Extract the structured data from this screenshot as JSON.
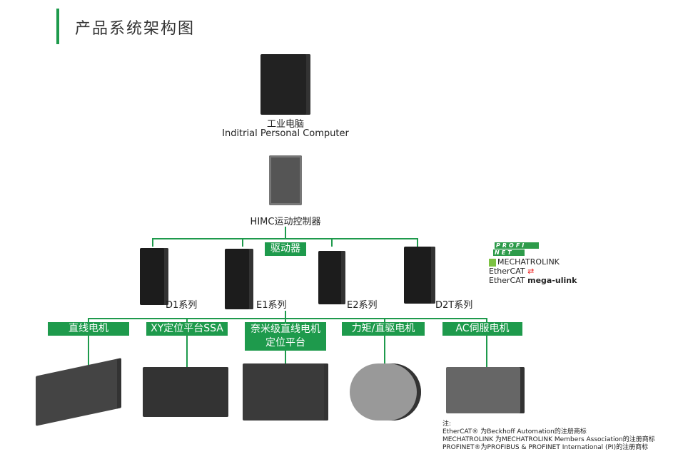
{
  "title": "产品系统架构图",
  "pc": {
    "label_cn": "工业电脑",
    "label_en": "Inditrial Personal Computer"
  },
  "controller": {
    "label": "HIMC运动控制器"
  },
  "drives": {
    "label": "驱动器",
    "items": [
      "D1系列",
      "E1系列",
      "E2系列",
      "D2T系列"
    ]
  },
  "protocols": {
    "profi": "PROFI",
    "net": "NET",
    "mechatrolink": "MECHATROLINK",
    "ethercat1": "EtherCAT",
    "ethercat2": "EtherCAT",
    "megaulink": "mega-ulink"
  },
  "motors": {
    "items": [
      "直线电机",
      "XY定位平台SSA",
      "奈米级直线电机定位平台",
      "力矩/直驱电机",
      "AC伺服电机"
    ],
    "nano_line1": "奈米级直线电机",
    "nano_line2": "定位平台"
  },
  "notes": [
    "注:",
    "EtherCAT® 为Beckhoff Automation的注册商标",
    "MECHATROLINK 为MECHATROLINK Members Association的注册商标",
    "PROFINET®为PROFIBUS & PROFINET International (PI)的注册商标"
  ],
  "colors": {
    "accent": "#1e9a4c"
  }
}
